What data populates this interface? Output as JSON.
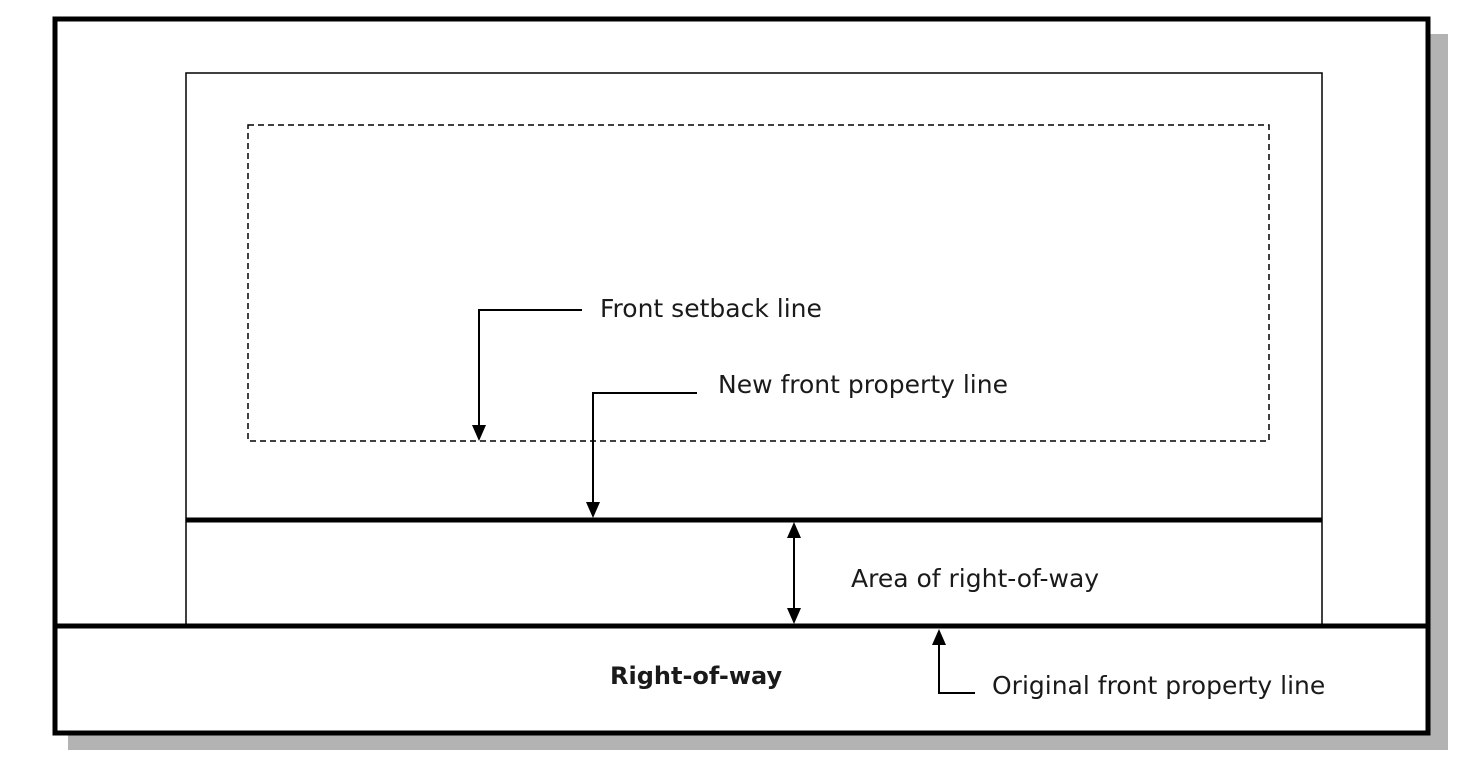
{
  "diagram": {
    "labels": {
      "front_setback_line": "Front setback line",
      "new_front_property_line": "New front property line",
      "area_of_right_of_way": "Area of right-of-way",
      "right_of_way": "Right-of-way",
      "original_front_property_line": "Original front property line"
    },
    "colors": {
      "line": "#000000",
      "shadow": "#b3b3b3",
      "background": "#ffffff"
    }
  }
}
